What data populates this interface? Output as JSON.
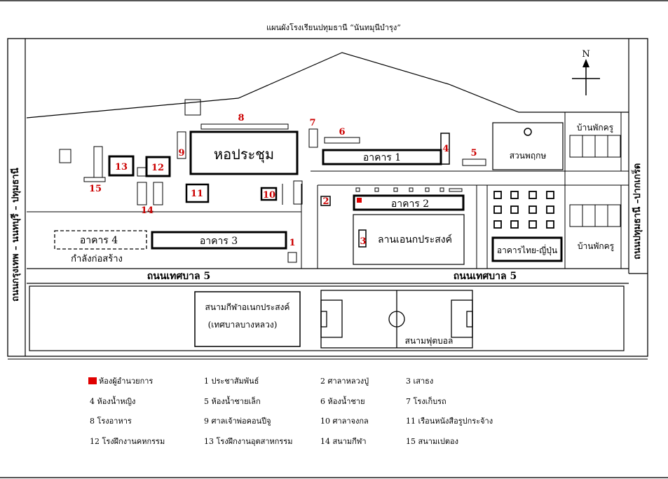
{
  "title": "แผนผังโรงเรียนปทุมธานี “นันทมุนีบำรุง”",
  "north": "N",
  "roads": {
    "left": "ถนนกรุงเทพ – นนทบุรี – ปทุมธานี",
    "right": "ถนนปทุมธานี –ปากเกร็ด",
    "lower_left": "ถนนเทศบาล 5",
    "lower_right": "ถนนเทศบาล 5"
  },
  "buildings": {
    "hall": "หอประชุม",
    "b1": "อาคาร 1",
    "b2": "อาคาร 2",
    "b3": "อาคาร 3",
    "b4": "อาคาร 4",
    "b4_note": "กำลังก่อสร้าง",
    "garden": "สวนพฤกษ",
    "teacher_house_top": "บ้านพักครู",
    "teacher_house_bottom": "บ้านพักครู",
    "thai_japan": "อาคารไทย-ญี่ปุ่น",
    "courtyard": "ลานเอนกประสงค์",
    "gym_line1": "สนามกีฬาอเนกประสงค์",
    "gym_line2": "(เทศบาลบางหลวง)",
    "football": "สนามฟุตบอล"
  },
  "map_numbers": [
    "1",
    "2",
    "3",
    "4",
    "5",
    "6",
    "7",
    "8",
    "9",
    "10",
    "11",
    "12",
    "13",
    "14",
    "15"
  ],
  "legend": [
    {
      "text": "ห้องผู้อำนวยการ",
      "swatch": "#e00000"
    },
    {
      "text": "1 ประชาสัมพันธ์"
    },
    {
      "text": "2 ศาลาหลวงปู่"
    },
    {
      "text": "3 เสาธง"
    },
    {
      "text": "4 ห้องน้ำหญิง"
    },
    {
      "text": "5 ห้องน้ำชายเล็ก"
    },
    {
      "text": "6 ห้องน้ำชาย"
    },
    {
      "text": "7 โรงเก็บรถ"
    },
    {
      "text": "8 โรงอาหาร"
    },
    {
      "text": "9 ศาลเจ้าพ่อคอนปีจู"
    },
    {
      "text": "10 ศาลาจงกล"
    },
    {
      "text": "11 เรือนหนังสือรูปกระจ้าง"
    },
    {
      "text": "12 โรงฝึกงานคหกรรม"
    },
    {
      "text": "13 โรงฝึกงานอุตสาหกรรม"
    },
    {
      "text": "14 สนามกีฬา"
    },
    {
      "text": "15 สนามเปตอง"
    }
  ],
  "colors": {
    "number": "#cc0000",
    "director_room": "#e00000"
  }
}
